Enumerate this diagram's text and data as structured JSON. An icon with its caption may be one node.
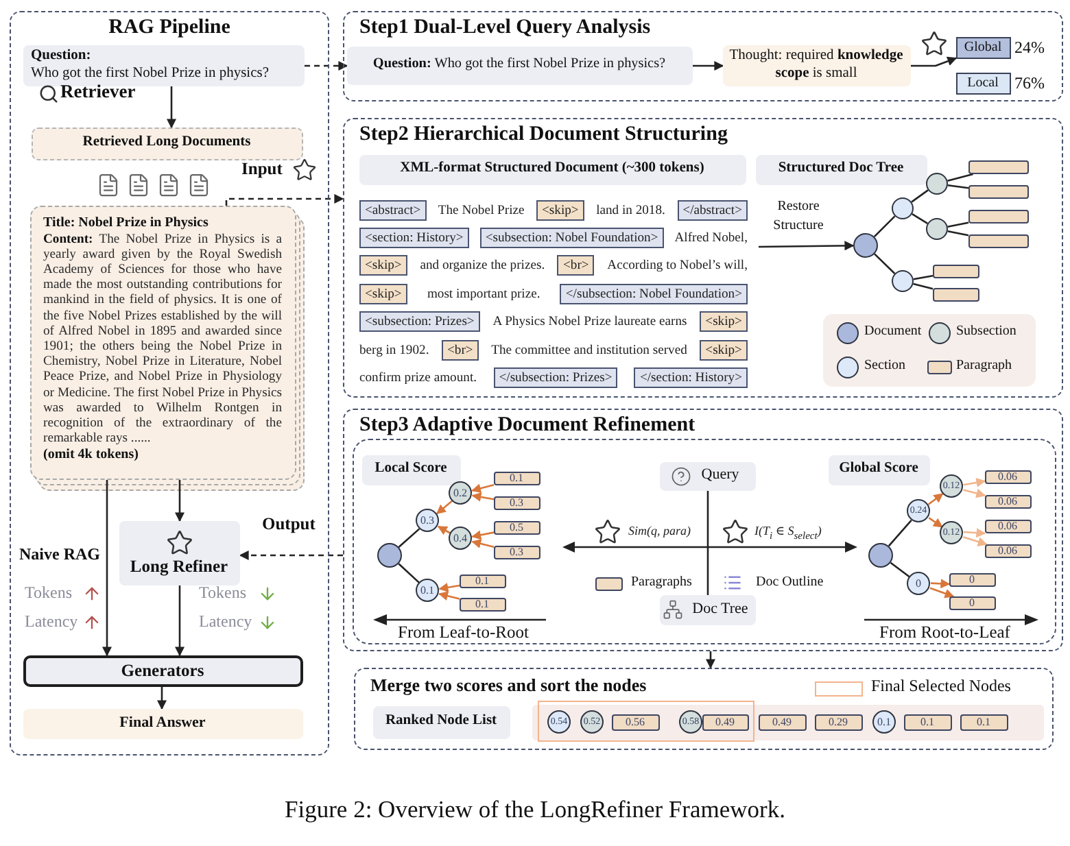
{
  "diagram": {
    "caption": "Figure 2: Overview of the LongRefiner Framework.",
    "nodes": [
      {
        "text": [
          "RAG Pipeline"
        ]
      },
      {
        "text": [
          "Question:",
          "Who got the first Nobel Prize in physics?"
        ],
        "in": 0
      },
      {
        "text": [
          "Retrieved Long Documents"
        ],
        "in": 0
      },
      {
        "text": [
          "Title: Nobel Prize in Physics",
          "**Content:** The Nobel Prize in Physics is a yearly award given by the Royal Swedish Academy of Sciences for those who have made the most outstanding contributions for mankind in the field of physics. It is one of the five Nobel Prizes established by the will of Alfred Nobel in 1895 and awarded since 1901; the others being the Nobel Prize in Chemistry, Nobel Prize in Literature, Nobel Peace Prize, and Nobel Prize in Physiology or Medicine. The first Nobel Prize in Physics was awarded to Wilhelm Rontgen in recognition of the extraordinary of the remarkable rays ......",
          "(omit 4k tokens)"
        ],
        "in": 0
      },
      {
        "text": [
          "Long Refiner"
        ],
        "in": 0
      },
      {
        "text": [
          "Generators"
        ],
        "in": 0
      },
      {
        "text": [
          "Final Answer"
        ],
        "in": 0
      },
      {
        "text": [
          "Step1 Dual-Level Query Analysis"
        ]
      },
      {
        "text": [
          "**Question:** Who got the first Nobel Prize in physics?"
        ],
        "in": 7
      },
      {
        "text": [
          "Thought: required **knowledge scope** is small"
        ],
        "in": 7
      },
      {
        "text": [
          "Global"
        ],
        "beside": [
          "24%"
        ],
        "in": 7
      },
      {
        "text": [
          "Local"
        ],
        "beside": [
          "76%"
        ],
        "in": 7
      },
      {
        "text": [
          "Step2 Hierarchical Document Structuring"
        ]
      },
      {
        "text": [
          "XML-format Structured Document (~300 tokens)"
        ],
        "in": 12
      },
      {
        "text": [
          "<abstract>"
        ],
        "in": 12
      },
      {
        "text": [
          "<skip>"
        ],
        "in": 12
      },
      {
        "text": [
          "</abstract>"
        ],
        "in": 12
      },
      {
        "text": [
          "<section: History>"
        ],
        "in": 12
      },
      {
        "text": [
          "<subsection: Nobel Foundation>"
        ],
        "in": 12
      },
      {
        "text": [
          "<skip>"
        ],
        "in": 12
      },
      {
        "text": [
          "<br>"
        ],
        "in": 12
      },
      {
        "text": [
          "<skip>"
        ],
        "in": 12
      },
      {
        "text": [
          "</subsection: Nobel Foundation>"
        ],
        "in": 12
      },
      {
        "text": [
          "<subsection: Prizes>"
        ],
        "in": 12
      },
      {
        "text": [
          "<skip>"
        ],
        "in": 12
      },
      {
        "text": [
          "<br>"
        ],
        "in": 12
      },
      {
        "text": [
          "<skip>"
        ],
        "in": 12
      },
      {
        "text": [
          "</subsection: Prizes>"
        ],
        "in": 12
      },
      {
        "text": [
          "</section: History>"
        ],
        "in": 12
      },
      {
        "text": [
          "Structured Doc Tree"
        ],
        "in": 12
      },
      {
        "text": [],
        "shape": "circle",
        "in": 12
      },
      {
        "text": [],
        "shape": "circle",
        "in": 12
      },
      {
        "text": [],
        "shape": "circle",
        "in": 12
      },
      {
        "text": [],
        "shape": "circle",
        "in": 12
      },
      {
        "text": [],
        "shape": "circle",
        "in": 12
      },
      {
        "text": [],
        "shape": "box",
        "in": 12
      },
      {
        "text": [],
        "shape": "box",
        "in": 12
      },
      {
        "text": [],
        "shape": "box",
        "in": 12
      },
      {
        "text": [],
        "shape": "box",
        "in": 12
      },
      {
        "text": [],
        "shape": "box",
        "in": 12
      },
      {
        "text": [],
        "shape": "box",
        "in": 12
      },
      {
        "text": [
          "Step3 Adaptive Document Refinement"
        ]
      },
      {
        "text": [
          "Local Score"
        ],
        "in": 41
      },
      {
        "text": [
          "Global Score"
        ],
        "in": 41
      },
      {
        "text": [
          "Query"
        ],
        "in": 41
      },
      {
        "text": [
          "Doc Tree"
        ],
        "in": 41
      },
      {
        "text": [],
        "shape": "circle",
        "in": 41
      },
      {
        "text": [
          "0.3"
        ],
        "in": 41
      },
      {
        "text": [
          "0.2"
        ],
        "in": 41
      },
      {
        "text": [
          "0.4"
        ],
        "in": 41
      },
      {
        "text": [
          "0.1"
        ],
        "in": 41
      },
      {
        "text": [
          "0.1"
        ],
        "in": 41
      },
      {
        "text": [
          "0.3"
        ],
        "in": 41
      },
      {
        "text": [
          "0.5"
        ],
        "in": 41
      },
      {
        "text": [
          "0.3"
        ],
        "in": 41
      },
      {
        "text": [
          "0.1"
        ],
        "in": 41
      },
      {
        "text": [
          "0.1"
        ],
        "in": 41
      },
      {
        "text": [],
        "shape": "circle",
        "in": 41
      },
      {
        "text": [
          "0.24"
        ],
        "in": 41
      },
      {
        "text": [
          "0.12"
        ],
        "in": 41
      },
      {
        "text": [
          "0.12"
        ],
        "in": 41
      },
      {
        "text": [
          "0"
        ],
        "in": 41
      },
      {
        "text": [
          "0.06"
        ],
        "in": 41
      },
      {
        "text": [
          "0.06"
        ],
        "in": 41
      },
      {
        "text": [
          "0.06"
        ],
        "in": 41
      },
      {
        "text": [
          "0.06"
        ],
        "in": 41
      },
      {
        "text": [
          "0"
        ],
        "in": 41
      },
      {
        "text": [
          "0"
        ],
        "in": 41
      },
      {
        "text": [
          "Merge two scores and sort the nodes"
        ]
      },
      {
        "text": [
          "Ranked Node List"
        ],
        "in": 68
      },
      {
        "text": [
          "0.54"
        ],
        "in": 68
      },
      {
        "text": [
          "0.52"
        ],
        "in": 68
      },
      {
        "text": [
          "0.56"
        ],
        "in": 68
      },
      {
        "text": [
          "0.58"
        ],
        "in": 68
      },
      {
        "text": [
          "0.49"
        ],
        "in": 68
      },
      {
        "text": [
          "0.49"
        ],
        "in": 68
      },
      {
        "text": [
          "0.29"
        ],
        "in": 68
      },
      {
        "text": [
          "0.1"
        ],
        "in": 68
      },
      {
        "text": [
          "0.1"
        ],
        "in": 68
      },
      {
        "text": [
          "0.1"
        ],
        "in": 68
      }
    ],
    "edges": [
      {
        "from": 1,
        "to": 2,
        "arrow": "to"
      },
      {
        "from": 3,
        "to": 4,
        "arrow": "to"
      },
      {
        "from": 3,
        "to": 5,
        "arrow": "to"
      },
      {
        "from": 4,
        "to": 5,
        "arrow": "to"
      },
      {
        "from": 5,
        "to": 6,
        "arrow": "to"
      },
      {
        "from": 3,
        "to": 12,
        "arrow": "to",
        "label": "Input",
        "style": "dashed"
      },
      {
        "from": 41,
        "to": 4,
        "arrow": "to",
        "label": "Output",
        "style": "dashed"
      },
      {
        "from": 1,
        "to": 8,
        "arrow": "to",
        "style": "dashed"
      },
      {
        "from": 8,
        "to": 9,
        "arrow": "to"
      },
      {
        "from": 9,
        "to": 10,
        "arrow": "to"
      },
      {
        "from": null,
        "to": 30,
        "arrow": "to",
        "label": "Restore Structure"
      },
      {
        "from": 30,
        "to": 31,
        "arrow": "none"
      },
      {
        "from": 30,
        "to": 32,
        "arrow": "none"
      },
      {
        "from": 31,
        "to": 33,
        "arrow": "none"
      },
      {
        "from": 31,
        "to": 34,
        "arrow": "none"
      },
      {
        "from": 33,
        "to": 35,
        "arrow": "none"
      },
      {
        "from": 33,
        "to": 36,
        "arrow": "none"
      },
      {
        "from": 34,
        "to": 37,
        "arrow": "none"
      },
      {
        "from": 34,
        "to": 38,
        "arrow": "none"
      },
      {
        "from": 32,
        "to": 39,
        "arrow": "none"
      },
      {
        "from": 32,
        "to": 40,
        "arrow": "none"
      },
      {
        "from": 44,
        "to": 45,
        "arrow": "none"
      },
      {
        "from": 46,
        "to": 47,
        "arrow": "none"
      },
      {
        "from": 46,
        "to": 50,
        "arrow": "none"
      },
      {
        "from": 48,
        "to": 47,
        "arrow": "to",
        "color": "#d9773a"
      },
      {
        "from": 49,
        "to": 47,
        "arrow": "to",
        "color": "#d9773a"
      },
      {
        "from": 51,
        "to": 48,
        "arrow": "to",
        "color": "#d9773a"
      },
      {
        "from": 52,
        "to": 48,
        "arrow": "to",
        "color": "#d9773a"
      },
      {
        "from": 53,
        "to": 49,
        "arrow": "to",
        "color": "#d9773a"
      },
      {
        "from": 54,
        "to": 49,
        "arrow": "to",
        "color": "#d9773a"
      },
      {
        "from": 55,
        "to": 50,
        "arrow": "to",
        "color": "#d9773a"
      },
      {
        "from": 56,
        "to": 50,
        "arrow": "to",
        "color": "#d9773a"
      },
      {
        "from": 57,
        "to": 58,
        "arrow": "none"
      },
      {
        "from": 57,
        "to": 61,
        "arrow": "none"
      },
      {
        "from": 58,
        "to": 59,
        "arrow": "to",
        "color": "#d9773a"
      },
      {
        "from": 58,
        "to": 60,
        "arrow": "to",
        "color": "#d9773a"
      },
      {
        "from": 59,
        "to": 62,
        "arrow": "to",
        "color": "#f0b58c"
      },
      {
        "from": 59,
        "to": 63,
        "arrow": "to",
        "color": "#f0b58c"
      },
      {
        "from": 60,
        "to": 64,
        "arrow": "to",
        "color": "#f0b58c"
      },
      {
        "from": 60,
        "to": 65,
        "arrow": "to",
        "color": "#f0b58c"
      },
      {
        "from": 61,
        "to": 66,
        "arrow": "to",
        "color": "#d9773a"
      },
      {
        "from": 61,
        "to": 67,
        "arrow": "to",
        "color": "#d9773a"
      },
      {
        "from": 41,
        "to": 68,
        "arrow": "to"
      }
    ],
    "labels": [
      "Retriever",
      "Naive RAG",
      "Tokens",
      "Latency",
      "Tokens",
      "Latency",
      "The Nobel Prize",
      "land in 2018.",
      "Alfred Nobel,",
      "and organize the prizes.",
      "According to Nobel’s will,",
      "most important prize.",
      "A Physics Nobel Prize laureate earns",
      "berg in 1902.",
      "The committee and institution served",
      "confirm prize amount.",
      "Sim(q, para)",
      "I(T$_{i}$ ∈ S$_{select}$)",
      "From Leaf-to-Root",
      "From Root-to-Leaf"
    ],
    "legend": [
      {
        "text": "Document"
      },
      {
        "text": "Subsection"
      },
      {
        "text": "Section"
      },
      {
        "text": "Paragraph"
      },
      {
        "text": "Paragraphs"
      },
      {
        "text": "Doc Outline"
      },
      {
        "text": "Final Selected Nodes"
      }
    ]
  }
}
